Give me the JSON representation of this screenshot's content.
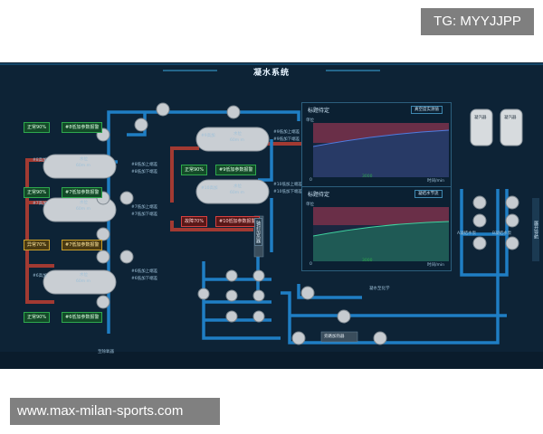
{
  "watermark_top": "TG: MYYJJPP",
  "watermark_bottom": "www.max-milan-sports.com",
  "system_title": "凝水系统",
  "heaters": {
    "h8": {
      "tag": "#8高加",
      "name": "水位",
      "value": "60m m"
    },
    "h7": {
      "tag": "#7高加",
      "name": "水位",
      "value": "60m m"
    },
    "h6": {
      "tag": "#6高加",
      "name": "水位",
      "value": "60m m"
    },
    "h9": {
      "tag": "#9高加",
      "name": "水位",
      "value": "60m m"
    },
    "h10": {
      "tag": "#10高加",
      "name": "水位",
      "value": "60m m"
    }
  },
  "status_badges": {
    "s1": "正常90%",
    "s1b": "#8低加参数报警",
    "s2": "正常90%",
    "s2b": "#7低加参数报警",
    "s3": "异常70%",
    "s3b": "#7低加参数报警",
    "s4": "正常90%",
    "s4b": "#6低加参数报警",
    "s5": "正常90%",
    "s5b": "#9低加参数报警",
    "s6": "故障70%",
    "s6b": "#10低加参数报警"
  },
  "labels": {
    "l1": "#8低加上端差",
    "l2": "#8低加下端差",
    "l3": "#7低加上端差",
    "l4": "#7低加下端差",
    "l5": "#6低加上端差",
    "l6": "#6低加下端差",
    "l7": "#9低加上端差",
    "l8": "#9低加下端差",
    "l9": "#10低加上端差",
    "l10": "#10低加下端差",
    "to_deaerator": "至除氧器",
    "to_condensate": "凝水至化学",
    "bypass": "旁路加热器",
    "vertical_pipe": "轴封加热器",
    "pump_a": "A凝结水泵",
    "pump_b": "B凝结水泵",
    "tank_a": "凝汽器",
    "tank_b": "凝汽器",
    "sidebar": "展开导航"
  },
  "chart_panels": [
    {
      "title": "标题待定",
      "button": "真空度实测值",
      "y_unit": "单位",
      "x_unit": "时间/min",
      "x_mark": "0",
      "x_value": "3000",
      "x_end": "0"
    },
    {
      "title": "标题待定",
      "button": "凝结水节流",
      "y_unit": "单位",
      "x_unit": "时间/min",
      "x_mark": "0",
      "x_value": "3000",
      "x_end": "0"
    }
  ],
  "colors": {
    "bg": "#0d2336",
    "pipe_blue": "#1f7ec4",
    "pipe_red": "#a23a32",
    "ok": "#2ea84d",
    "warn": "#caa02b",
    "fault": "#d64040"
  }
}
